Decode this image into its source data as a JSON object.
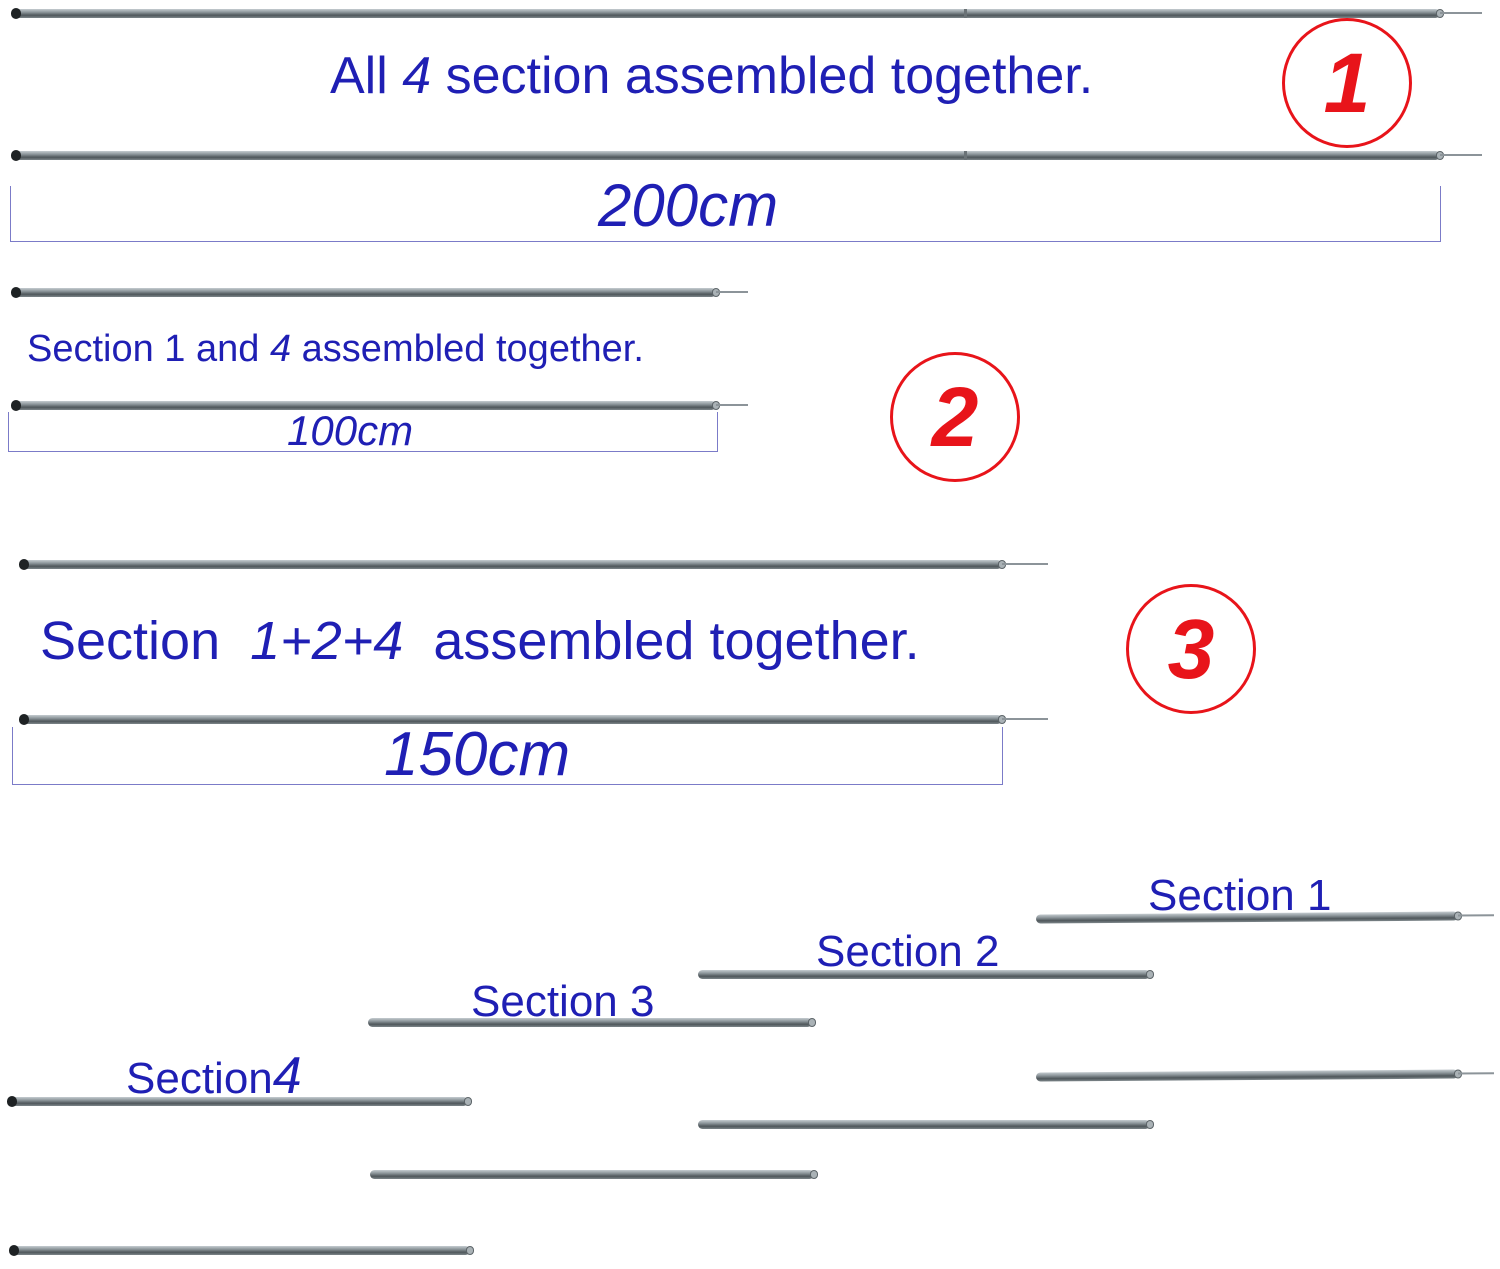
{
  "colors": {
    "text": "#1f1fb4",
    "badge": "#e8141a"
  },
  "step1": {
    "badge": "1",
    "label_prefix": "All",
    "label_num": "4",
    "label_suffix": "section assembled together.",
    "length": "200cm"
  },
  "step2": {
    "badge": "2",
    "label_prefix": "Section 1 and",
    "label_num": "4",
    "label_suffix": "assembled together.",
    "length": "100cm"
  },
  "step3": {
    "badge": "3",
    "label_prefix": "Section",
    "label_num": "1+2+4",
    "label_suffix": "assembled together.",
    "length": "150cm"
  },
  "sections": {
    "s1": "Section 1",
    "s2": "Section 2",
    "s3": "Section 3",
    "s4_word": "Section",
    "s4_num": "4"
  }
}
